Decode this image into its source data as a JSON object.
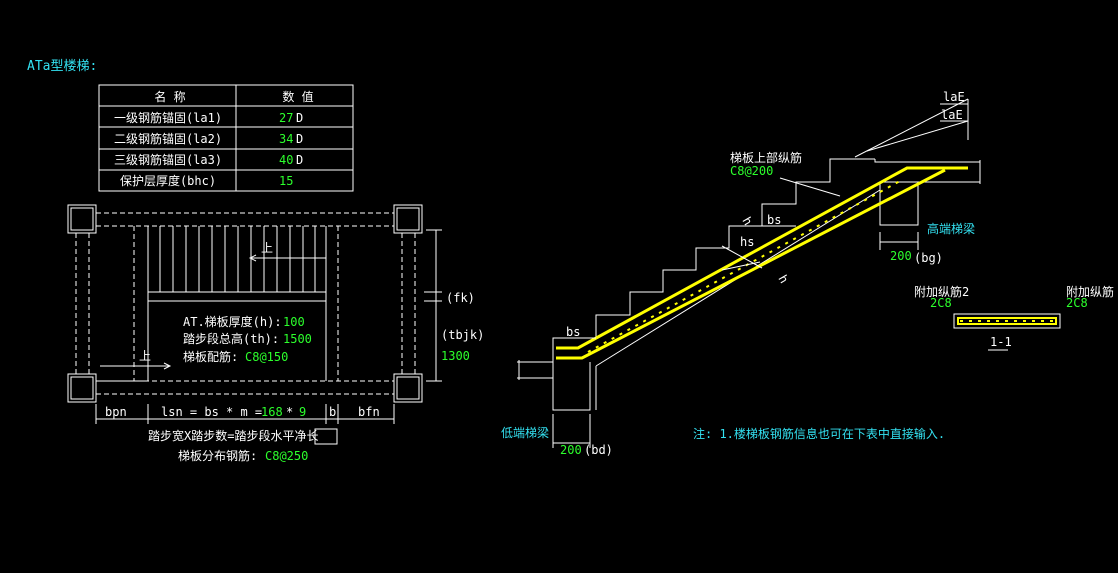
{
  "title": "ATa型楼梯:",
  "table": {
    "headers": [
      "名  称",
      "数  值"
    ],
    "rows": [
      {
        "name": "一级钢筋锚固(la1)",
        "value": "27",
        "unit": "D"
      },
      {
        "name": "二级钢筋锚固(la2)",
        "value": "34",
        "unit": "D"
      },
      {
        "name": "三级钢筋锚固(la3)",
        "value": "40",
        "unit": "D"
      },
      {
        "name": "保护层厚度(bhc)",
        "value": "15",
        "unit": ""
      }
    ]
  },
  "plan": {
    "up1": "上",
    "up2": "上",
    "fk": "(fk)",
    "tbjk": "(tbjk)",
    "tbjk_value": "1300",
    "h_label": "AT.梯板厚度(h):",
    "h_value": "100",
    "th_label": "踏步段总高(th):",
    "th_value": "1500",
    "rebar_label": "梯板配筋:",
    "rebar_value": "C8@150",
    "bpn": "bpn",
    "lsn_prefix": "lsn = bs * m =",
    "lsn_bs": "168",
    "lsn_mid": "*",
    "lsn_m": "9",
    "b": "b",
    "bfn": "bfn",
    "formula": "踏步宽X踏步数=踏步段水平净长",
    "dist_label": "梯板分布钢筋:",
    "dist_value": "C8@250"
  },
  "section": {
    "laE_outer": "laE",
    "laE_inner": "laE",
    "top_rebar_label": "梯板上部纵筋",
    "top_rebar_value": "C8@200",
    "bs_top": "bs",
    "hs": "hs",
    "h1": "h",
    "h2": "h",
    "high_beam": "高端梯梁",
    "bg_value": "200",
    "bg_label": "(bg)",
    "bs_bottom": "bs",
    "low_beam": "低端梯梁",
    "bd_value": "200",
    "bd_label": "(bd)"
  },
  "detail": {
    "extra1_label": "附加纵筋2",
    "extra1_value": "2C8",
    "extra2_label": "附加纵筋",
    "extra2_value": "2C8",
    "section_mark": "1-1"
  },
  "note": "注: 1.楼梯板钢筋信息也可在下表中直接输入.",
  "colors": {
    "background": "#000000",
    "line": "#ffffff",
    "cyan": "#33e0f0",
    "green": "#2cff2c",
    "rebar": "#ffff00"
  }
}
